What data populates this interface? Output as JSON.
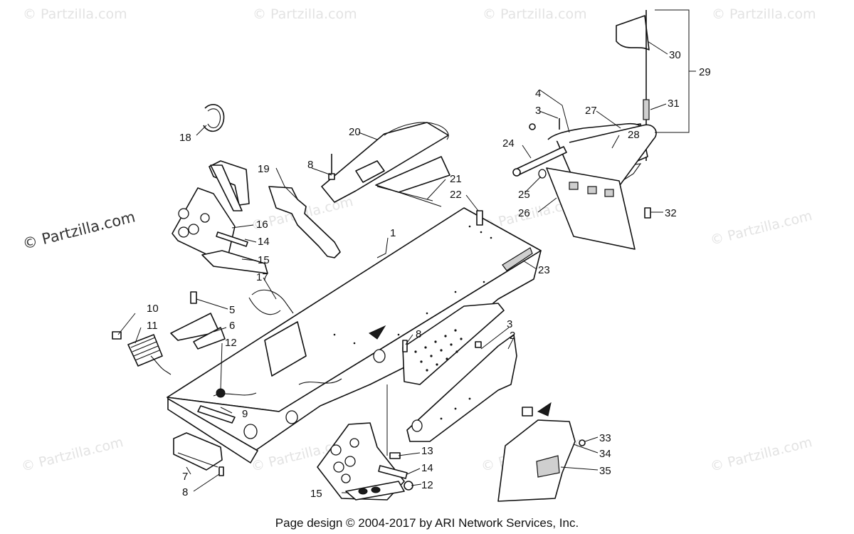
{
  "watermarks": {
    "repeat_text": "© Partzilla.com",
    "main_text": "© Partzilla.com"
  },
  "footer": {
    "text": "Page design © 2004-2017 by ARI Network Services, Inc."
  },
  "callouts": [
    {
      "number": "1"
    },
    {
      "number": "2"
    },
    {
      "number": "3"
    },
    {
      "number": "3"
    },
    {
      "number": "4"
    },
    {
      "number": "5"
    },
    {
      "number": "6"
    },
    {
      "number": "7"
    },
    {
      "number": "8"
    },
    {
      "number": "8"
    },
    {
      "number": "8"
    },
    {
      "number": "9"
    },
    {
      "number": "10"
    },
    {
      "number": "11"
    },
    {
      "number": "12"
    },
    {
      "number": "12"
    },
    {
      "number": "13"
    },
    {
      "number": "14"
    },
    {
      "number": "14"
    },
    {
      "number": "15"
    },
    {
      "number": "15"
    },
    {
      "number": "16"
    },
    {
      "number": "17"
    },
    {
      "number": "18"
    },
    {
      "number": "19"
    },
    {
      "number": "20"
    },
    {
      "number": "21"
    },
    {
      "number": "22"
    },
    {
      "number": "23"
    },
    {
      "number": "24"
    },
    {
      "number": "25"
    },
    {
      "number": "26"
    },
    {
      "number": "27"
    },
    {
      "number": "28"
    },
    {
      "number": "29"
    },
    {
      "number": "30"
    },
    {
      "number": "31"
    },
    {
      "number": "32"
    },
    {
      "number": "33"
    },
    {
      "number": "34"
    },
    {
      "number": "35"
    }
  ]
}
